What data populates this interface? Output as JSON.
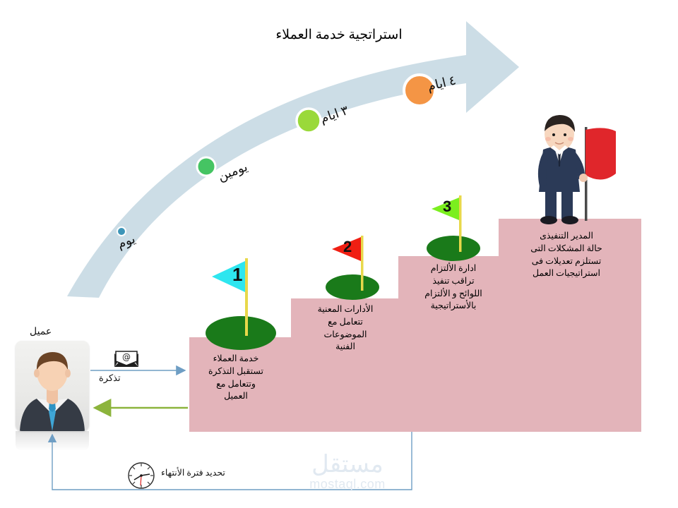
{
  "colors": {
    "arrow_band": "#ccdde6",
    "step_pink": "#e3b4ba",
    "green_mound": "#1a7a1a",
    "flag_pole": "#e8d84a",
    "flag1": "#2ee6ef",
    "flag2": "#f01f13",
    "flag3": "#7bef1f",
    "dot1": "#3d95b8",
    "dot2": "#45c463",
    "dot3": "#9ad93a",
    "dot4": "#f49545",
    "ticket_arrow": "#6f9ec4",
    "reply_arrow": "#8cb43c",
    "loop_line": "#6f9ec4",
    "watermark": "#e1e9f1",
    "manager_suit": "#2b3a57",
    "manager_flag": "#e0262b"
  },
  "title": "استراتجية خدمة العملاء",
  "timeline": {
    "label": "timeline-arrow",
    "points": [
      {
        "id": "day-1",
        "label": "يوم",
        "dot_color": "#3d95b8",
        "dot_size": 11
      },
      {
        "id": "day-2",
        "label": "يومين",
        "dot_color": "#45c463",
        "dot_size": 24
      },
      {
        "id": "day-3",
        "label": "٣ ايام",
        "dot_color": "#9ad93a",
        "dot_size": 33
      },
      {
        "id": "day-4",
        "label": "٤ ايام",
        "dot_color": "#f49545",
        "dot_size": 42
      }
    ]
  },
  "steps": [
    {
      "number": "1",
      "flag_color": "#2ee6ef",
      "text": "خدمة العملاء\nتستقبل التذكرة\nوتتعامل مع\nالعميل"
    },
    {
      "number": "2",
      "flag_color": "#f01f13",
      "text": "الأدارات المعنية\nتتعامل مع\nالموضوعات\nالفنية"
    },
    {
      "number": "3",
      "flag_color": "#7bef1f",
      "text": "ادارة الألتزام\nتراقب تنفيذ\nاللوائح و الألتزام\nبالأستراتيجية"
    },
    {
      "number": "",
      "flag_color": "#e0262b",
      "text": "المدير التنفيذى\nحالة المشكلات التى\nتستلزم تعديلات فى\nاستراتيجيات العمل"
    }
  ],
  "customer": {
    "label": "عميل",
    "avatar_name": "businessman-avatar"
  },
  "flows": {
    "ticket_label": "تذكرة",
    "ticket_icon": "envelope-at-icon",
    "end_period_label": "تحديد فترة الأنتهاء",
    "clock_icon": "clock-icon"
  },
  "watermark": {
    "arabic": "مستقل",
    "latin": "mostaql.com"
  }
}
